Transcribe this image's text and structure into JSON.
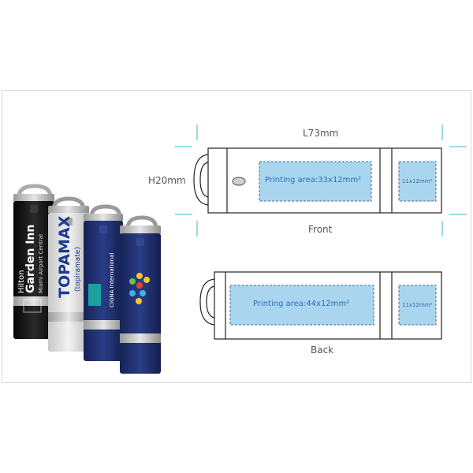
{
  "dimensions": {
    "length": "L73mm",
    "height": "H20mm"
  },
  "views": {
    "front_label": "Front",
    "back_label": "Back",
    "front_printing_area": "Printing area:33x12mm²",
    "front_small_area": "11x12mm²",
    "back_printing_area": "Printing area:44x12mm²",
    "back_small_area": "11x12mm²"
  },
  "product_samples": [
    {
      "name": "black-drive",
      "body_color": "#111111",
      "logo_lines": [
        "Hilton",
        "Garden Inn",
        "Miami Airport Central"
      ]
    },
    {
      "name": "silver-drive",
      "body_color": "#dcdcdc",
      "logo_lines": [
        "TOPAMAX",
        "(topiramate)"
      ]
    },
    {
      "name": "navy-drive-cigna",
      "body_color": "#1c2e6e",
      "logo_lines": [
        "CIGNA International"
      ]
    },
    {
      "name": "navy-drive-dots",
      "body_color": "#1c2e6e",
      "logo_lines": []
    }
  ],
  "colors": {
    "guide_cyan": "#37b6d8",
    "print_area_fill": "#a9d6ee",
    "print_area_text": "#2a6fb0",
    "outline": "#222222"
  }
}
